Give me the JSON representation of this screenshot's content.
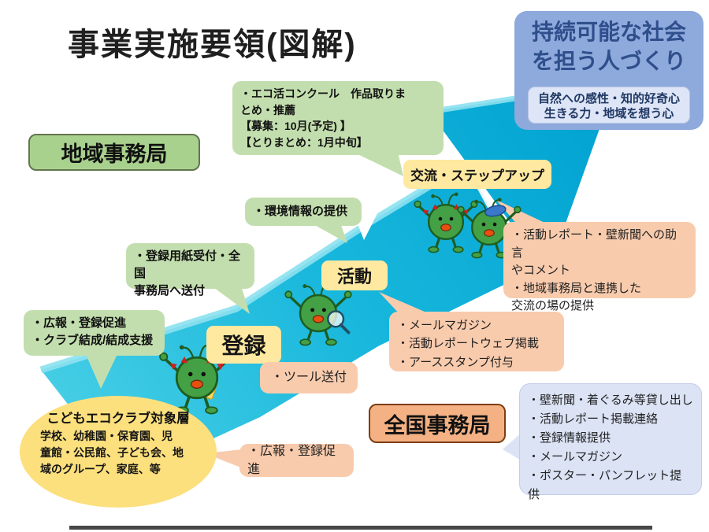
{
  "title": "事業実施要領(図解)",
  "goal": {
    "heading": "持続可能な社会\nを担う人づくり",
    "subheading": "自然への感性・知的好奇心\n生きる力・地域を想う心"
  },
  "offices": {
    "regional": "地域事務局",
    "national": "全国事務局"
  },
  "steps": {
    "register": "登録",
    "activity": "活動",
    "exchange": "交流・ステップアップ"
  },
  "regional_support": {
    "contest": "・エコ活コンクール　作品取りま\nとめ・推薦\n【募集：10月(予定) 】\n【とりまとめ：1月中旬】",
    "env_info": "・環境情報の提供",
    "registration_desk": "・登録用紙受付・全国\n事務局へ送付",
    "pr_club_support": "・広報・登録促進\n・クラブ結成/結成支援"
  },
  "national_support": {
    "tool_sending": "・ツール送付",
    "web_services": "・メールマガジン\n・活動レポートウェブ掲載\n・アーススタンプ付与",
    "report_advice": "・活動レポート・壁新聞への助言\nやコメント\n・地域事務局と連携した\n交流の場の提供",
    "pr_promotion": "・広報・登録促進",
    "to_clubs": "・壁新聞・着ぐるみ等貸し出し\n・活動レポート掲載連絡\n・登録情報提供\n・メールマガジン\n・ポスター・パンフレット提供"
  },
  "target": {
    "heading": "こどもエコクラブ対象層",
    "body": "学校、幼稚園・保育園、児\n童館・公民館、子ども会、地\n域のグループ、家庭、等"
  },
  "icons": {
    "arrow": "step-up-arrow",
    "mascot_register": "mascot-girl-with-form-icon",
    "mascot_activity": "mascot-with-magnifier-icon",
    "mascot_exchange": "mascot-pair-icon"
  },
  "colors": {
    "arrow_teal": "#18b7dc",
    "arrow_highlight": "#8ce1ef",
    "bubble_green": "#c3deae",
    "bubble_peach": "#f8cbad",
    "bubble_lavender": "#dbe3f5",
    "label_yellow": "#ffe9a0",
    "office_green": "#a9d18e",
    "office_orange": "#f4b183",
    "goal_blue": "#8ea9db",
    "goal_inner_blue": "#dde5f6",
    "target_yellow": "#fce07e"
  }
}
